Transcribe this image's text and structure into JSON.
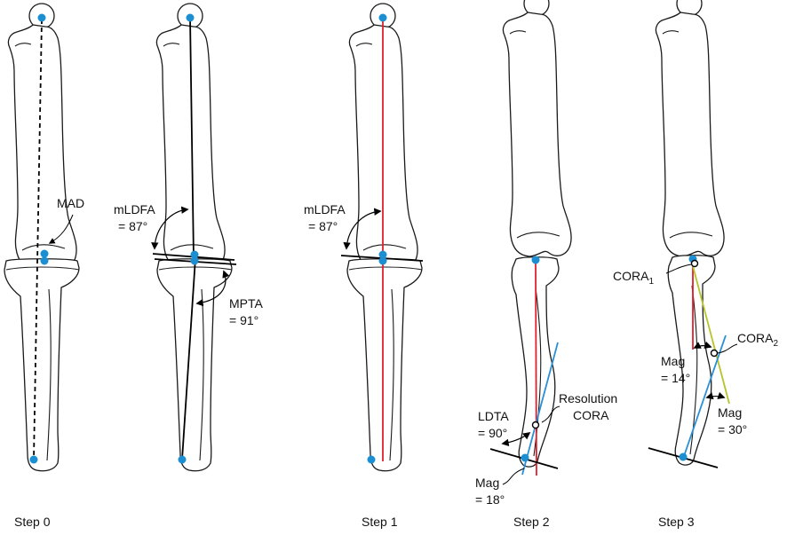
{
  "colors": {
    "joint_point": "#1b8fd1",
    "red_axis": "#e0202e",
    "blue_axis": "#2a8fd6",
    "yellow_axis": "#b5c42a",
    "bone_outline": "#1a1a1a"
  },
  "steps": [
    {
      "label": "Step 0",
      "annotations": {
        "mad": "MAD"
      }
    },
    {
      "label": "",
      "annotations": {
        "mldfa_name": "mLDFA",
        "mldfa_value": "= 87°",
        "mpta_name": "MPTA",
        "mpta_value": "= 91°"
      }
    },
    {
      "label": "Step 1",
      "annotations": {
        "mldfa_name": "mLDFA",
        "mldfa_value": "= 87°"
      }
    },
    {
      "label": "Step 2",
      "annotations": {
        "resolution_line1": "Resolution",
        "resolution_line2": "CORA",
        "ldta_name": "LDTA",
        "ldta_value": "= 90°",
        "mag_name": "Mag",
        "mag_value": "= 18°"
      }
    },
    {
      "label": "Step 3",
      "annotations": {
        "cora1_base": "CORA",
        "cora1_sub": "1",
        "cora2_base": "CORA",
        "cora2_sub": "2",
        "mag1_name": "Mag",
        "mag1_value": "= 14°",
        "mag2_name": "Mag",
        "mag2_value": "= 30°"
      }
    }
  ]
}
